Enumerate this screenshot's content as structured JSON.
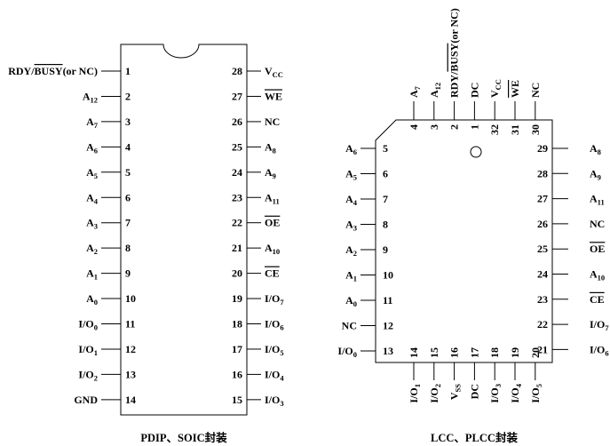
{
  "dip": {
    "caption": "PDIP、SOIC封装",
    "left": [
      {
        "num": "1",
        "label": [
          {
            "t": "RDY/"
          },
          {
            "t": "BUSY",
            "o": true
          },
          {
            "t": "(or NC)"
          }
        ]
      },
      {
        "num": "2",
        "label": [
          {
            "t": "A"
          },
          {
            "t": "12",
            "s": true
          }
        ]
      },
      {
        "num": "3",
        "label": [
          {
            "t": "A"
          },
          {
            "t": "7",
            "s": true
          }
        ]
      },
      {
        "num": "4",
        "label": [
          {
            "t": "A"
          },
          {
            "t": "6",
            "s": true
          }
        ]
      },
      {
        "num": "5",
        "label": [
          {
            "t": "A"
          },
          {
            "t": "5",
            "s": true
          }
        ]
      },
      {
        "num": "6",
        "label": [
          {
            "t": "A"
          },
          {
            "t": "4",
            "s": true
          }
        ]
      },
      {
        "num": "7",
        "label": [
          {
            "t": "A"
          },
          {
            "t": "3",
            "s": true
          }
        ]
      },
      {
        "num": "8",
        "label": [
          {
            "t": "A"
          },
          {
            "t": "2",
            "s": true
          }
        ]
      },
      {
        "num": "9",
        "label": [
          {
            "t": "A"
          },
          {
            "t": "1",
            "s": true
          }
        ]
      },
      {
        "num": "10",
        "label": [
          {
            "t": "A"
          },
          {
            "t": "0",
            "s": true
          }
        ]
      },
      {
        "num": "11",
        "label": [
          {
            "t": "I/O"
          },
          {
            "t": "0",
            "s": true
          }
        ]
      },
      {
        "num": "12",
        "label": [
          {
            "t": "I/O"
          },
          {
            "t": "1",
            "s": true
          }
        ]
      },
      {
        "num": "13",
        "label": [
          {
            "t": "I/O"
          },
          {
            "t": "2",
            "s": true
          }
        ]
      },
      {
        "num": "14",
        "label": [
          {
            "t": "GND"
          }
        ]
      }
    ],
    "right": [
      {
        "num": "28",
        "label": [
          {
            "t": "V"
          },
          {
            "t": "CC",
            "s": true
          }
        ]
      },
      {
        "num": "27",
        "label": [
          {
            "t": "WE",
            "o": true
          }
        ]
      },
      {
        "num": "26",
        "label": [
          {
            "t": "NC"
          }
        ]
      },
      {
        "num": "25",
        "label": [
          {
            "t": "A"
          },
          {
            "t": "8",
            "s": true
          }
        ]
      },
      {
        "num": "24",
        "label": [
          {
            "t": "A"
          },
          {
            "t": "9",
            "s": true
          }
        ]
      },
      {
        "num": "23",
        "label": [
          {
            "t": "A"
          },
          {
            "t": "11",
            "s": true
          }
        ]
      },
      {
        "num": "22",
        "label": [
          {
            "t": "OE",
            "o": true
          }
        ]
      },
      {
        "num": "21",
        "label": [
          {
            "t": "A"
          },
          {
            "t": "10",
            "s": true
          }
        ]
      },
      {
        "num": "20",
        "label": [
          {
            "t": "CE",
            "o": true
          }
        ]
      },
      {
        "num": "19",
        "label": [
          {
            "t": "I/O"
          },
          {
            "t": "7",
            "s": true
          }
        ]
      },
      {
        "num": "18",
        "label": [
          {
            "t": "I/O"
          },
          {
            "t": "6",
            "s": true
          }
        ]
      },
      {
        "num": "17",
        "label": [
          {
            "t": "I/O"
          },
          {
            "t": "5",
            "s": true
          }
        ]
      },
      {
        "num": "16",
        "label": [
          {
            "t": "I/O"
          },
          {
            "t": "4",
            "s": true
          }
        ]
      },
      {
        "num": "15",
        "label": [
          {
            "t": "I/O"
          },
          {
            "t": "3",
            "s": true
          }
        ]
      }
    ]
  },
  "lcc": {
    "caption": "LCC、PLCC封装",
    "top": [
      {
        "num": "4",
        "label": [
          {
            "t": "A"
          },
          {
            "t": "7",
            "s": true
          }
        ]
      },
      {
        "num": "3",
        "label": [
          {
            "t": "A"
          },
          {
            "t": "12",
            "s": true
          }
        ]
      },
      {
        "num": "2",
        "label": [
          {
            "t": "RDY/"
          },
          {
            "t": "BUSY",
            "o": true
          },
          {
            "t": "(or NC)"
          }
        ]
      },
      {
        "num": "1",
        "label": [
          {
            "t": "DC"
          }
        ]
      },
      {
        "num": "32",
        "label": [
          {
            "t": "V"
          },
          {
            "t": "CC",
            "s": true
          }
        ]
      },
      {
        "num": "31",
        "label": [
          {
            "t": "WE",
            "o": true
          }
        ]
      },
      {
        "num": "30",
        "label": [
          {
            "t": "NC"
          }
        ]
      }
    ],
    "left": [
      {
        "num": "5",
        "label": [
          {
            "t": "A"
          },
          {
            "t": "6",
            "s": true
          }
        ]
      },
      {
        "num": "6",
        "label": [
          {
            "t": "A"
          },
          {
            "t": "5",
            "s": true
          }
        ]
      },
      {
        "num": "7",
        "label": [
          {
            "t": "A"
          },
          {
            "t": "4",
            "s": true
          }
        ]
      },
      {
        "num": "8",
        "label": [
          {
            "t": "A"
          },
          {
            "t": "3",
            "s": true
          }
        ]
      },
      {
        "num": "9",
        "label": [
          {
            "t": "A"
          },
          {
            "t": "2",
            "s": true
          }
        ]
      },
      {
        "num": "10",
        "label": [
          {
            "t": "A"
          },
          {
            "t": "1",
            "s": true
          }
        ]
      },
      {
        "num": "11",
        "label": [
          {
            "t": "A"
          },
          {
            "t": "0",
            "s": true
          }
        ]
      },
      {
        "num": "12",
        "label": [
          {
            "t": "NC"
          }
        ]
      },
      {
        "num": "13",
        "label": [
          {
            "t": "I/O"
          },
          {
            "t": "0",
            "s": true
          }
        ]
      }
    ],
    "right": [
      {
        "num": "29",
        "label": [
          {
            "t": "A"
          },
          {
            "t": "8",
            "s": true
          }
        ]
      },
      {
        "num": "28",
        "label": [
          {
            "t": "A"
          },
          {
            "t": "9",
            "s": true
          }
        ]
      },
      {
        "num": "27",
        "label": [
          {
            "t": "A"
          },
          {
            "t": "11",
            "s": true
          }
        ]
      },
      {
        "num": "26",
        "label": [
          {
            "t": "NC"
          }
        ]
      },
      {
        "num": "25",
        "label": [
          {
            "t": "OE",
            "o": true
          }
        ]
      },
      {
        "num": "24",
        "label": [
          {
            "t": "A"
          },
          {
            "t": "10",
            "s": true
          }
        ]
      },
      {
        "num": "23",
        "label": [
          {
            "t": "CE",
            "o": true
          }
        ]
      },
      {
        "num": "22",
        "label": [
          {
            "t": "I/O"
          },
          {
            "t": "7",
            "s": true
          }
        ]
      },
      {
        "num": "21",
        "label": [
          {
            "t": "I/O"
          },
          {
            "t": "6",
            "s": true
          }
        ]
      }
    ],
    "bottom": [
      {
        "num": "14",
        "label": [
          {
            "t": "I/O"
          },
          {
            "t": "1",
            "s": true
          }
        ]
      },
      {
        "num": "15",
        "label": [
          {
            "t": "I/O"
          },
          {
            "t": "2",
            "s": true
          }
        ]
      },
      {
        "num": "16",
        "label": [
          {
            "t": "V"
          },
          {
            "t": "SS",
            "s": true
          }
        ]
      },
      {
        "num": "17",
        "label": [
          {
            "t": "DC"
          }
        ]
      },
      {
        "num": "18",
        "label": [
          {
            "t": "I/O"
          },
          {
            "t": "3",
            "s": true
          }
        ]
      },
      {
        "num": "19",
        "label": [
          {
            "t": "I/O"
          },
          {
            "t": "4",
            "s": true
          }
        ]
      },
      {
        "num": "20",
        "label": [
          {
            "t": "I/O"
          },
          {
            "t": "5",
            "s": true
          }
        ]
      }
    ]
  }
}
